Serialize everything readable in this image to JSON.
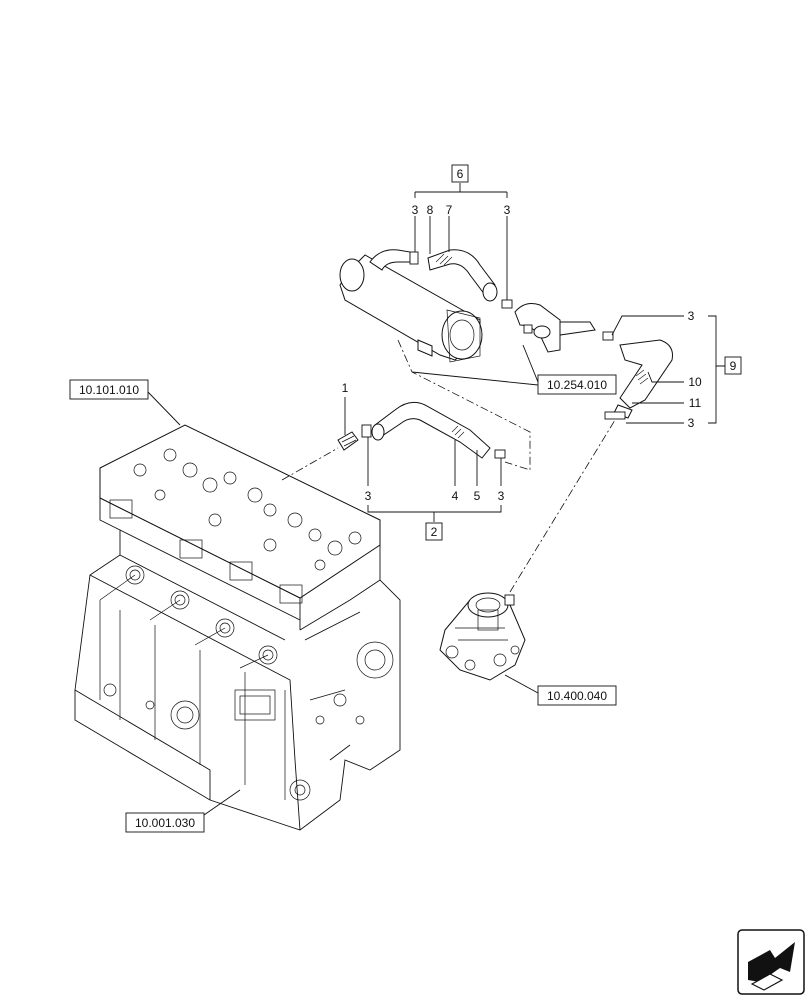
{
  "refs": {
    "r_10_101_010": "10.101.010",
    "r_10_254_010": "10.254.010",
    "r_10_400_040": "10.400.040",
    "r_10_001_030": "10.001.030"
  },
  "groups": {
    "g2": "2",
    "g6": "6",
    "g9": "9"
  },
  "callouts": {
    "c1": "1",
    "c3a": "3",
    "c8": "8",
    "c7": "7",
    "c3b": "3",
    "c3c": "3",
    "c10": "10",
    "c11": "11",
    "c3d": "3",
    "c3e": "3",
    "c4": "4",
    "c5": "5",
    "c3f": "3"
  },
  "icons": {
    "nav": "next-page-arrow-icon"
  }
}
